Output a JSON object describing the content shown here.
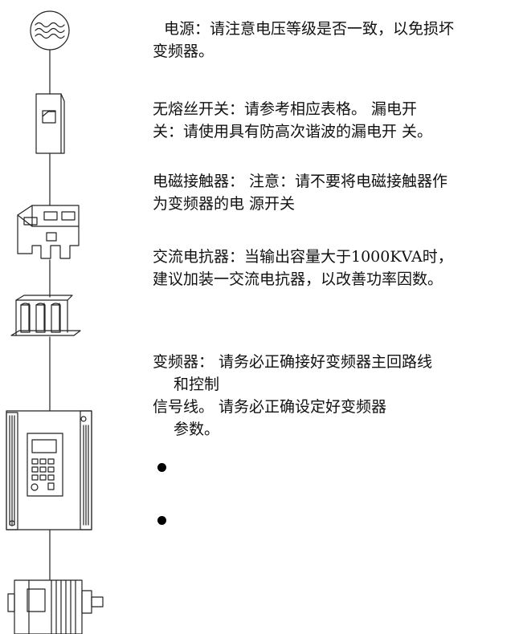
{
  "items": [
    {
      "icon": "ac-power-source-icon",
      "lines": [
        "电源：请注意电压等级是否一致，以免损坏",
        "变频器。"
      ]
    },
    {
      "icon": "circuit-breaker-icon",
      "lines": [
        "无熔丝开关：请参考相应表格。 漏电开",
        "关：请使用具有防高次谐波的漏电开 关。"
      ]
    },
    {
      "icon": "magnetic-contactor-icon",
      "lines": [
        "电磁接触器： 注意：请不要将电磁接触器作",
        "为变频器的电 源开关"
      ]
    },
    {
      "icon": "ac-reactor-icon",
      "lines": [
        "交流电抗器：当输出容量大于1000KVA时，",
        "建议加装一交流电抗器，以改善功率因数。"
      ]
    },
    {
      "icon": "inverter-icon",
      "lines": [
        "变频器： 请务必正确接好变频器主回路线",
        "和控制",
        "信号线。 请务必正确设定好变频器",
        "参数。"
      ]
    },
    {
      "icon": "motor-icon",
      "lines": []
    }
  ]
}
